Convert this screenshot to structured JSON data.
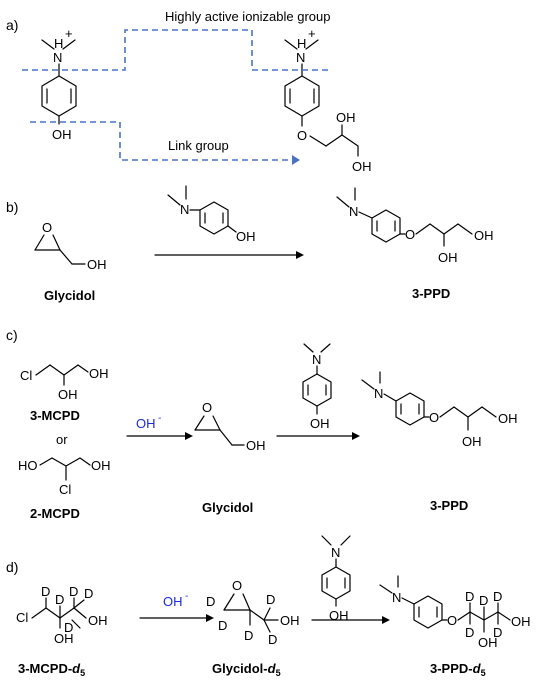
{
  "panels": {
    "a": {
      "label": "a)",
      "top_annotation": "Highly active ionizable group",
      "bottom_annotation": "Link group",
      "atoms": {
        "N": "N",
        "H": "H",
        "plus": "+",
        "O": "O",
        "OH": "OH"
      }
    },
    "b": {
      "label": "b)",
      "reactant_name": "Glycidol",
      "product_name": "3-PPD",
      "atoms": {
        "N": "N",
        "OH": "OH",
        "O": "O"
      }
    },
    "c": {
      "label": "c)",
      "reactant1_name": "3-MCPD",
      "or_text": "or",
      "reactant2_name": "2-MCPD",
      "reagent": "OH",
      "reagent_charge": "-",
      "intermediate_name": "Glycidol",
      "product_name": "3-PPD",
      "atoms": {
        "Cl": "Cl",
        "OH": "OH",
        "HO": "HO",
        "N": "N",
        "O": "O"
      }
    },
    "d": {
      "label": "d)",
      "reactant_name": "3-MCPD-",
      "reactant_suffix": "d",
      "reactant_sub": "5",
      "reagent": "OH",
      "reagent_charge": "-",
      "intermediate_name": "Glycidol-",
      "intermediate_suffix": "d",
      "intermediate_sub": "5",
      "product_name": "3-PPD-",
      "product_suffix": "d",
      "product_sub": "5",
      "atoms": {
        "Cl": "Cl",
        "D": "D",
        "OH": "OH",
        "N": "N",
        "O": "O"
      }
    }
  },
  "colors": {
    "reagent": "#1b2bd8",
    "dashed_lines": "#4a73c7"
  }
}
